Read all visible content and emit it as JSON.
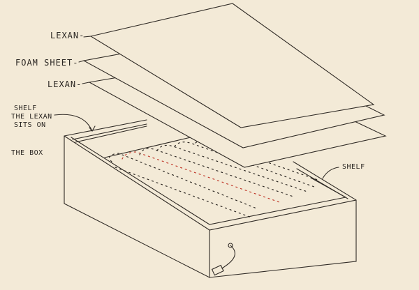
{
  "labels": {
    "lexan_top": "LEXAN-",
    "foam_sheet": "FOAM SHEET-",
    "lexan_bottom": "LEXAN-",
    "shelf_left_line1": "SHELF",
    "shelf_left_line2": "THE LEXAN",
    "shelf_left_line3": "SITS ON",
    "the_box": "THE BOX",
    "shelf_right": "SHELF"
  },
  "colors": {
    "paper": "#f3ead7",
    "pencil": "#2a2622",
    "wire_red": "#c0392b"
  }
}
